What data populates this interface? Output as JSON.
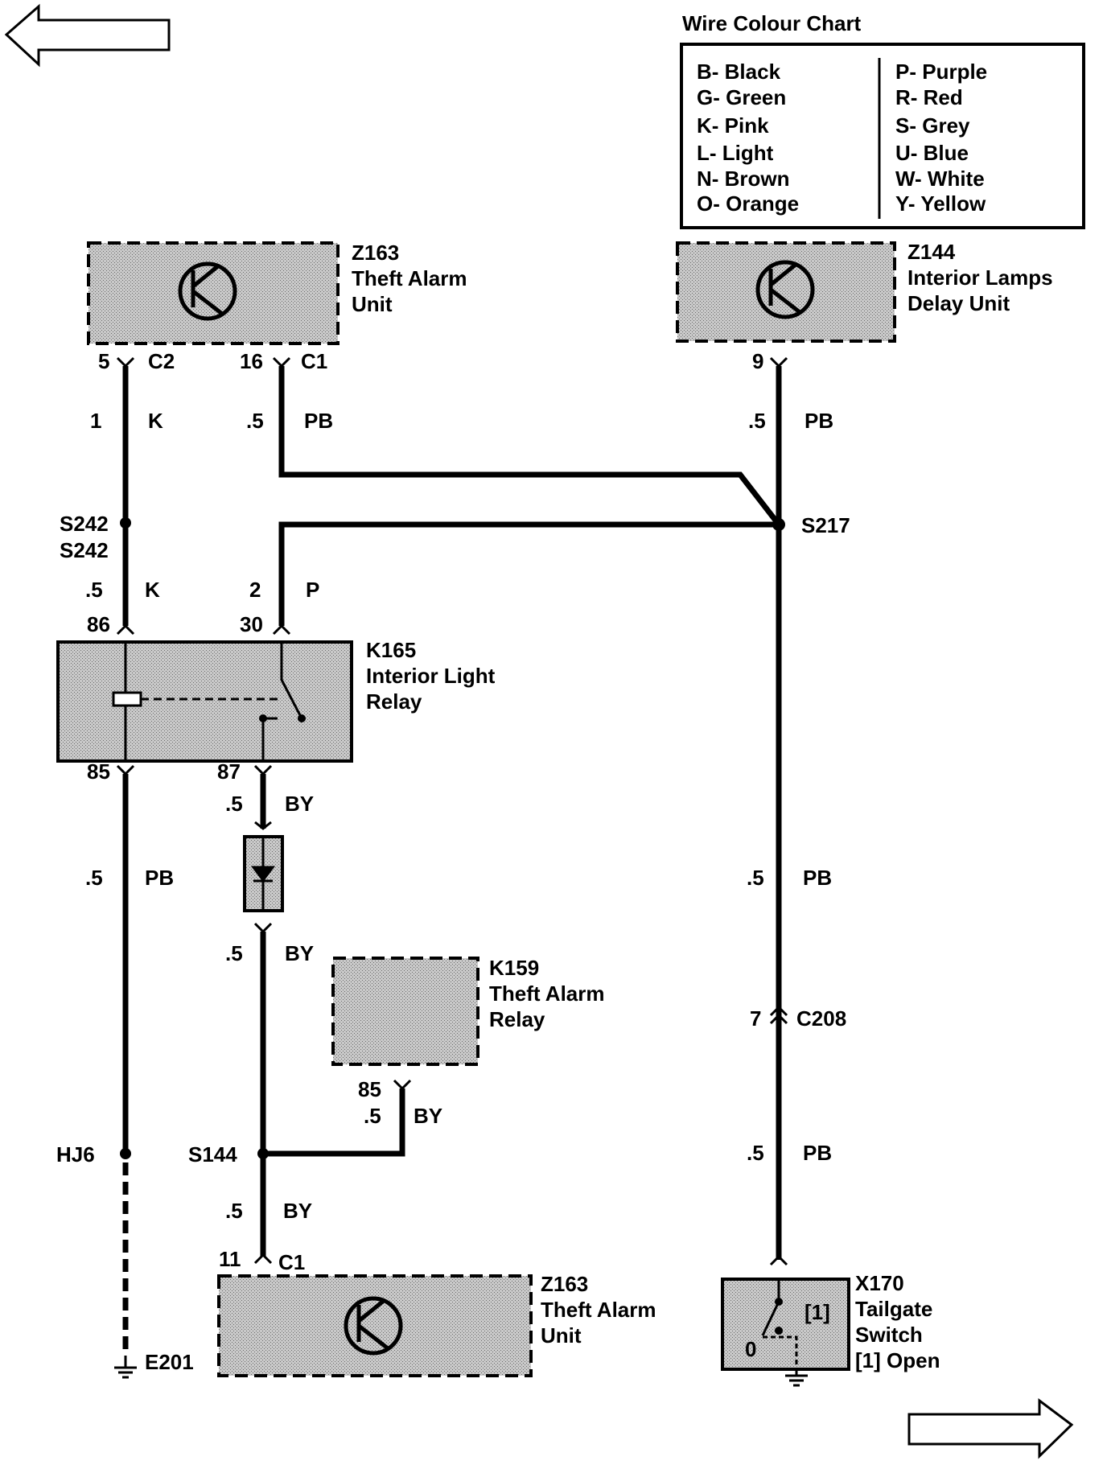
{
  "navigation": {
    "back_arrow": "left-arrow-icon",
    "forward_arrow": "right-arrow-icon"
  },
  "legend": {
    "title": "Wire Colour Chart",
    "left": [
      "B- Black",
      "G- Green",
      "K- Pink",
      "L- Light",
      "N- Brown",
      "O- Orange"
    ],
    "right": [
      "P- Purple",
      "R- Red",
      "S- Grey",
      "U- Blue",
      "W- White",
      "Y- Yellow"
    ]
  },
  "components": {
    "z163_top": {
      "id": "Z163",
      "line1": "Theft Alarm",
      "line2": "Unit"
    },
    "z144": {
      "id": "Z144",
      "line1": "Interior Lamps",
      "line2": "Delay Unit"
    },
    "k165": {
      "id": "K165",
      "line1": "Interior Light",
      "line2": "Relay"
    },
    "k159": {
      "id": "K159",
      "line1": "Theft Alarm",
      "line2": "Relay"
    },
    "z163_bottom": {
      "id": "Z163",
      "line1": "Theft Alarm",
      "line2": "Unit"
    },
    "x170": {
      "id": "X170",
      "line1": "Tailgate",
      "line2": "Switch",
      "line3": "[1] Open",
      "contact_1": "[1]",
      "contact_0": "0"
    }
  },
  "pins": {
    "z163_pin5": "5",
    "z163_c2": "C2",
    "z163_pin16": "16",
    "z163_c1": "C1",
    "z144_pin9": "9",
    "k165_pin86": "86",
    "k165_pin30": "30",
    "k165_pin85": "85",
    "k165_pin87": "87",
    "k159_pin85": "85",
    "z163b_pin11": "11",
    "z163b_c1": "C1",
    "c208_pin": "7",
    "c208": "C208"
  },
  "splices": {
    "s242_a": "S242",
    "s242_b": "S242",
    "s217": "S217",
    "s144": "S144",
    "hj6": "HJ6",
    "e201": "E201"
  },
  "wires": {
    "w1_size": "1",
    "w1_color": "K",
    "w2_size": ".5",
    "w2_color": "PB",
    "w3_size": ".5",
    "w3_color": "PB",
    "w4_size": ".5",
    "w4_color": "K",
    "w5_size": "2",
    "w5_color": "P",
    "w6_size": ".5",
    "w6_color": "BY",
    "w7_size": ".5",
    "w7_color": "PB",
    "w8_size": ".5",
    "w8_color": "PB",
    "w9_size": ".5",
    "w9_color": "BY",
    "w10_size": ".5",
    "w10_color": "BY",
    "w11_size": ".5",
    "w11_color": "BY",
    "w12_size": ".5",
    "w12_color": "PB"
  }
}
